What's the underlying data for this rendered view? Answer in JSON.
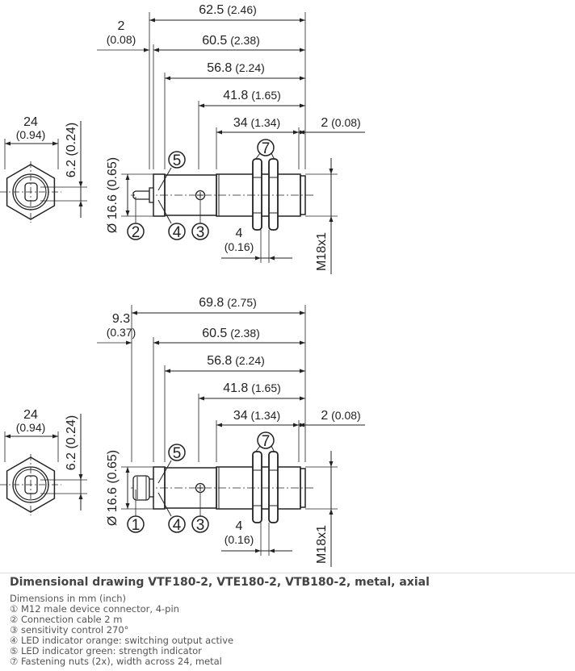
{
  "drawings": [
    {
      "variant": "cable",
      "top_dims": {
        "overall": "62.5",
        "overall_in": "(2.46)",
        "left_offset": "2",
        "left_offset_in": "(0.08)"
      },
      "dims": {
        "d605": "60.5",
        "d605_in": "(2.38)",
        "d568": "56.8",
        "d568_in": "(2.24)",
        "d418": "41.8",
        "d418_in": "(1.65)",
        "d34": "34",
        "d34_in": "(1.34)",
        "d2": "2",
        "d2_in": "(0.08)",
        "dia": "Ø 16.6 (0.65)",
        "thread": "M18x1",
        "nut": "4",
        "nut_in": "(0.16)",
        "hex": "24",
        "hex_in": "(0.94)",
        "hex_h": "6.2 (0.24)"
      },
      "callouts": {
        "connector": "2",
        "led_green": "5",
        "led_orange": "4",
        "pot": "3",
        "nuts": "7"
      }
    },
    {
      "variant": "connector",
      "top_dims": {
        "overall": "69.8",
        "overall_in": "(2.75)",
        "left_offset": "9.3",
        "left_offset_in": "(0.37)"
      },
      "dims": {
        "d605": "60.5",
        "d605_in": "(2.38)",
        "d568": "56.8",
        "d568_in": "(2.24)",
        "d418": "41.8",
        "d418_in": "(1.65)",
        "d34": "34",
        "d34_in": "(1.34)",
        "d2": "2",
        "d2_in": "(0.08)",
        "dia": "Ø 16.6 (0.65)",
        "thread": "M18x1",
        "nut": "4",
        "nut_in": "(0.16)",
        "hex": "24",
        "hex_in": "(0.94)",
        "hex_h": "6.2 (0.24)"
      },
      "callouts": {
        "connector": "1",
        "led_green": "5",
        "led_orange": "4",
        "pot": "3",
        "nuts": "7"
      }
    }
  ],
  "caption": {
    "title": "Dimensional drawing VTF180-2, VTE180-2, VTB180-2, metal, axial",
    "units": "Dimensions in mm (inch)",
    "legend": [
      "① M12 male device connector, 4-pin",
      "② Connection cable 2 m",
      "③ sensitivity control 270°",
      "④ LED indicator orange: switching output active",
      "⑤ LED indicator green: strength indicator",
      "⑦ Fastening nuts (2x), width across 24, metal"
    ]
  }
}
